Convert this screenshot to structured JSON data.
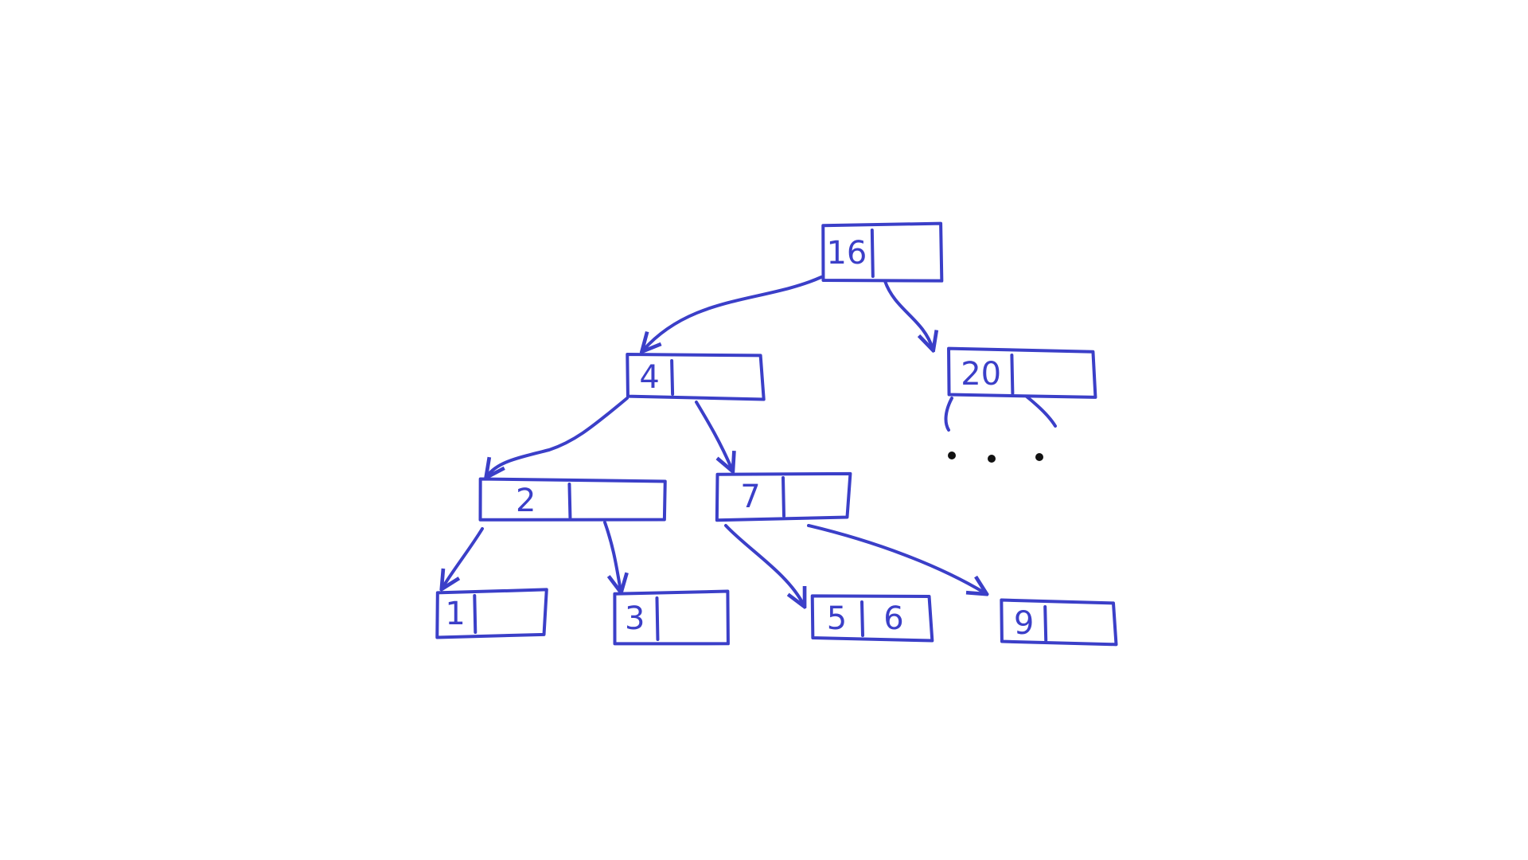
{
  "colors": {
    "ink": "#3b3fc8",
    "background": "#ffffff",
    "ellipsis": "#111111"
  },
  "tree": {
    "nodes": [
      {
        "id": "n-root",
        "keys": [
          "16",
          ""
        ]
      },
      {
        "id": "n-4",
        "keys": [
          "4",
          ""
        ]
      },
      {
        "id": "n-20",
        "keys": [
          "20",
          ""
        ]
      },
      {
        "id": "n-2",
        "keys": [
          "2",
          ""
        ]
      },
      {
        "id": "n-7",
        "keys": [
          "7",
          ""
        ]
      },
      {
        "id": "n-1",
        "keys": [
          "1",
          ""
        ]
      },
      {
        "id": "n-3",
        "keys": [
          "3",
          ""
        ]
      },
      {
        "id": "n-5-6",
        "keys": [
          "5",
          "6"
        ]
      },
      {
        "id": "n-9",
        "keys": [
          "9",
          ""
        ]
      }
    ],
    "edges": [
      {
        "from": "n-root",
        "to": "n-4"
      },
      {
        "from": "n-root",
        "to": "n-20"
      },
      {
        "from": "n-4",
        "to": "n-2"
      },
      {
        "from": "n-4",
        "to": "n-7"
      },
      {
        "from": "n-2",
        "to": "n-1"
      },
      {
        "from": "n-2",
        "to": "n-3"
      },
      {
        "from": "n-7",
        "to": "n-5-6"
      },
      {
        "from": "n-7",
        "to": "n-9"
      }
    ],
    "ellipsis_under": "n-20"
  }
}
